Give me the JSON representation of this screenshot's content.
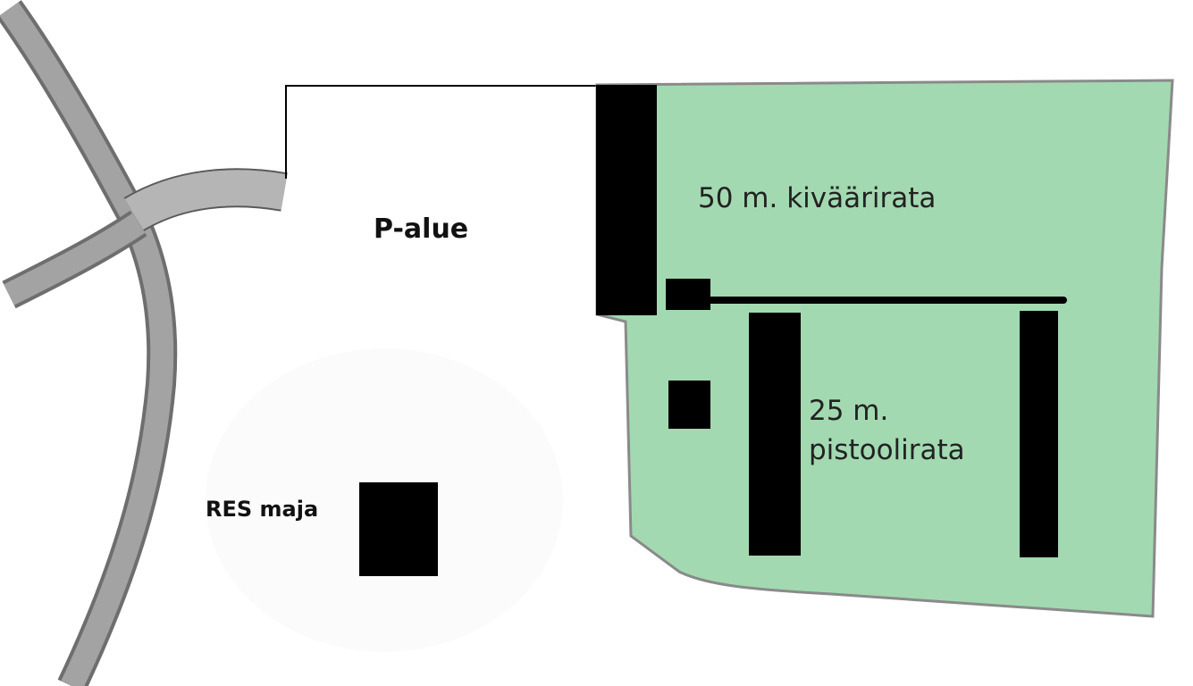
{
  "labels": {
    "parking": "P-alue",
    "rifle_range": "50 m. kiväärirata",
    "pistol_range_line1": "25 m.",
    "pistol_range_line2": "pistoolirata",
    "res_house": "RES maja"
  },
  "colors": {
    "range_area_fill": "#a3d9b1",
    "range_area_stroke": "#7f7f7f",
    "road_outer": "#7a7a7a",
    "road_inner": "#a6a6a6",
    "access_road": "#b5b5b5",
    "building": "#000000",
    "boundary_line": "#000000",
    "background": "#ffffff"
  }
}
